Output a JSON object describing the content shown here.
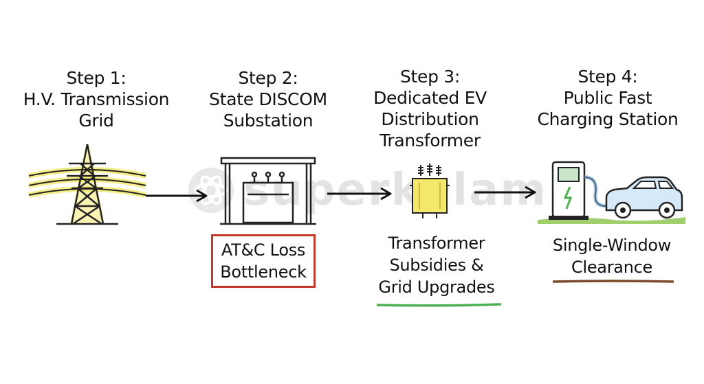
{
  "steps": [
    {
      "title_lines": [
        "Step 1:",
        "H.V. Transmission",
        "Grid"
      ],
      "icon": "transmission-tower-icon"
    },
    {
      "title_lines": [
        "Step 2:",
        "State DISCOM",
        "Substation"
      ],
      "icon": "substation-icon",
      "caption_lines": [
        "AT&C Loss",
        "Bottleneck"
      ],
      "caption_style": "red-box"
    },
    {
      "title_lines": [
        "Step 3:",
        "Dedicated EV",
        "Distribution",
        "Transformer"
      ],
      "icon": "transformer-icon",
      "caption_lines": [
        "Transformer",
        "Subsidies &",
        "Grid Upgrades"
      ],
      "caption_style": "green-underline"
    },
    {
      "title_lines": [
        "Step 4:",
        "Public Fast",
        "Charging Station"
      ],
      "icon": "ev-charging-station-icon",
      "caption_lines": [
        "Single-Window",
        "Clearance"
      ],
      "caption_style": "brown-underline"
    }
  ],
  "watermark": {
    "text": "superkalam"
  },
  "colors": {
    "highlight_yellow": "#f3e86a",
    "box_red": "#c0392b",
    "underline_green": "#4caf50",
    "underline_brown": "#7b4a2a",
    "ev_blue": "#7fb6e6",
    "grass_green": "#8bc34a"
  }
}
